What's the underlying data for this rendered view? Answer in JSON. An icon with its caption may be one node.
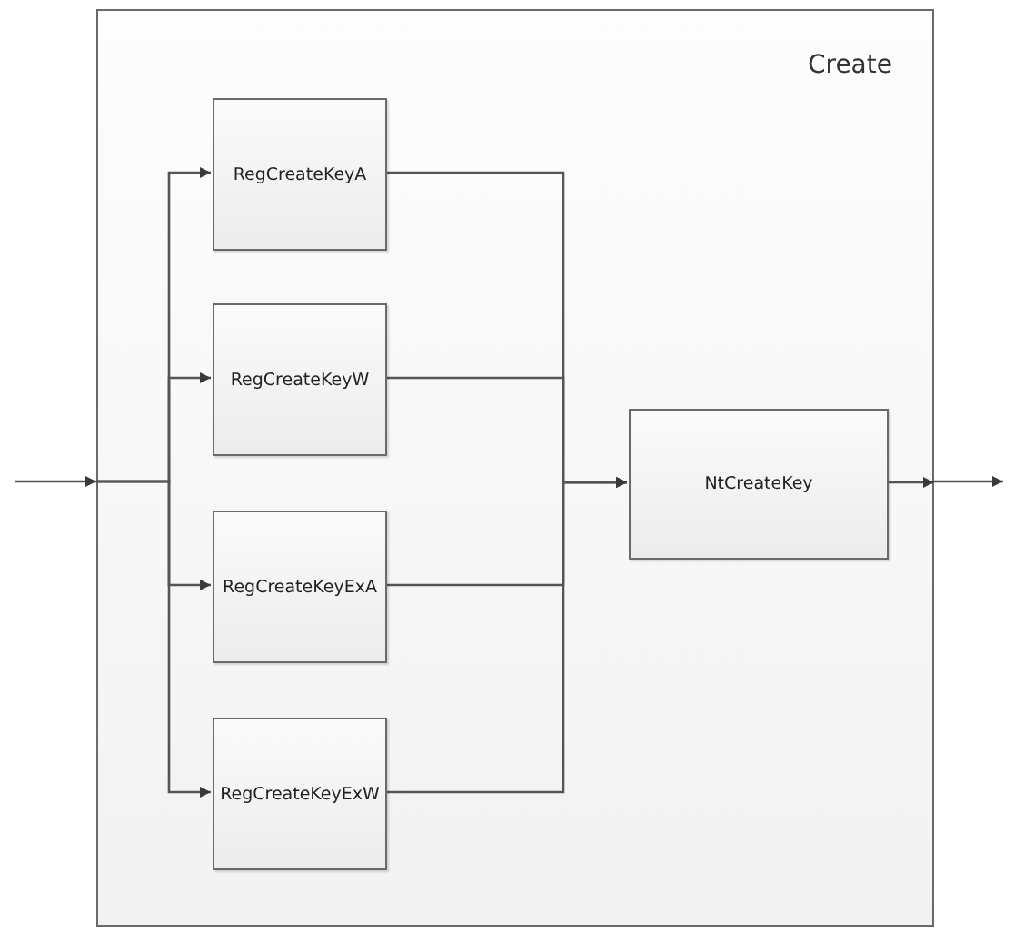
{
  "diagram": {
    "nodes": [
      {
        "text": [
          "Create"
        ]
      },
      {
        "text": [
          "RegCreateKeyA"
        ],
        "in": 0
      },
      {
        "text": [
          "RegCreateKeyW"
        ],
        "in": 0
      },
      {
        "text": [
          "RegCreateKeyExA"
        ],
        "in": 0
      },
      {
        "text": [
          "RegCreateKeyExW"
        ],
        "in": 0
      },
      {
        "text": [
          "NtCreateKey"
        ],
        "in": 0
      }
    ],
    "edges": [
      {
        "from": null,
        "to": 0,
        "arrow": "to"
      },
      {
        "from": 0,
        "to": 1,
        "arrow": "to"
      },
      {
        "from": 0,
        "to": 2,
        "arrow": "to"
      },
      {
        "from": 0,
        "to": 3,
        "arrow": "to"
      },
      {
        "from": 0,
        "to": 4,
        "arrow": "to"
      },
      {
        "from": 1,
        "to": 5,
        "arrow": "to"
      },
      {
        "from": 2,
        "to": 5,
        "arrow": "to"
      },
      {
        "from": 3,
        "to": 5,
        "arrow": "to"
      },
      {
        "from": 4,
        "to": 5,
        "arrow": "to"
      },
      {
        "from": 5,
        "to": 0,
        "arrow": "to"
      },
      {
        "from": 0,
        "to": null,
        "arrow": "to"
      }
    ]
  }
}
